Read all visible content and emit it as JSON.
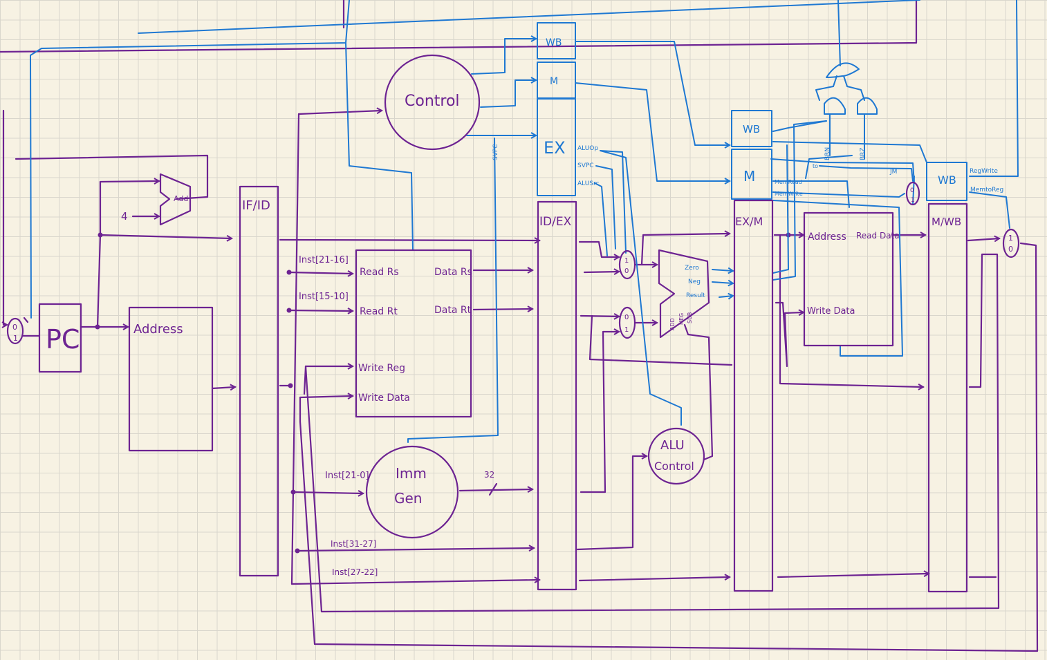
{
  "colors": {
    "datapath": "#6d2392",
    "control": "#1e78d2",
    "paper": "#f7f2e3",
    "grid": "#d9d6cc"
  },
  "blocks": {
    "pc": "PC",
    "address": "Address",
    "add": "Add",
    "four": "4",
    "if_id": "IF/ID",
    "id_ex": "ID/EX",
    "ex_m": "EX/M",
    "m_wb": "M/WB",
    "control": "Control",
    "imm_gen_1": "Imm",
    "imm_gen_2": "Gen",
    "alu_control_1": "ALU",
    "alu_control_2": "Control",
    "mem_address": "Address",
    "mem_read_data": "Read Data",
    "mem_write_data": "Write Data"
  },
  "regfile": {
    "read_rs": "Read Rs",
    "read_rt": "Read Rt",
    "write_reg": "Write Reg",
    "write_data": "Write Data",
    "data_rs": "Data Rs",
    "data_rt": "Data Rt"
  },
  "wires": {
    "inst_21_16": "Inst[21-16]",
    "inst_15_10": "Inst[15-10]",
    "inst_21_0": "Inst[21-0]",
    "inst_31_27": "Inst[31-27]",
    "inst_27_22": "Inst[27-22]",
    "imm_width": "32"
  },
  "stage_control": {
    "wb": "WB",
    "m": "M",
    "ex": "EX",
    "wb2": "WB",
    "m2": "M",
    "wb3": "WB"
  },
  "control_signals": {
    "aluop": "ALUOp",
    "svpc": "SVPC",
    "alusrc": "ALUSrc",
    "svpc_vertical": "SVPC",
    "memread": "MemRead",
    "memwrite": "MemWrite",
    "regwrite": "RegWrite",
    "memtoreg": "MemtoReg",
    "brn": "BRN",
    "brz": "BRZ",
    "jm": "JM",
    "to": "to"
  },
  "alu": {
    "zero": "Zero",
    "neg": "Neg",
    "result": "Result",
    "add": "ADD",
    "neg_op": "NEG",
    "sub": "SUB"
  },
  "mux": {
    "zero": "0",
    "one": "1"
  }
}
